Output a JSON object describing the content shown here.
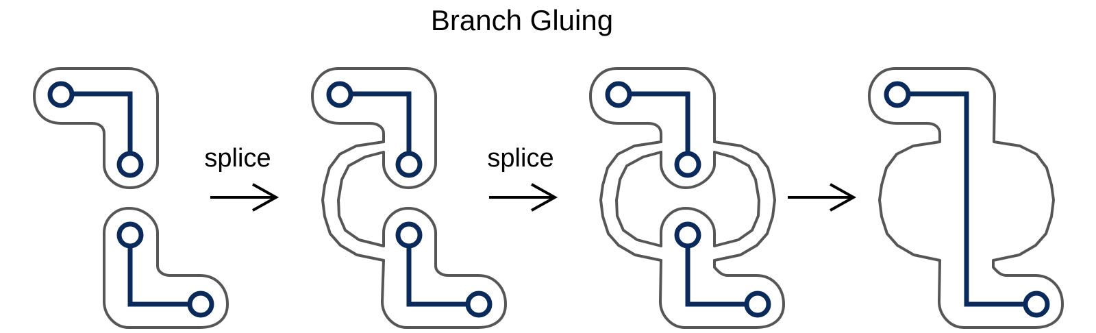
{
  "title": "Branch Gluing",
  "steps": [
    {
      "label": "splice"
    },
    {
      "label": "splice"
    },
    {
      "label": ""
    }
  ],
  "colors": {
    "branch": "#0b2a5c",
    "outline": "#565656",
    "arrow": "#000000",
    "background": "#ffffff"
  }
}
